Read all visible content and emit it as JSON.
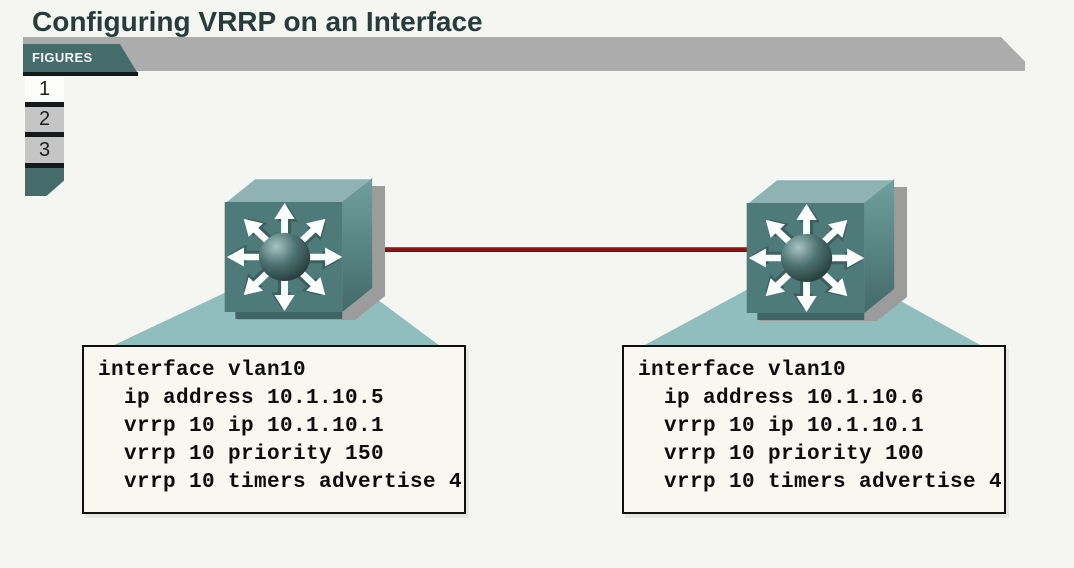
{
  "page": {
    "title": "Configuring VRRP on an Interface"
  },
  "figures_panel": {
    "tab_label": "FIGURES",
    "figure_tabs": [
      "1",
      "2",
      "3"
    ],
    "selected_figure": "1"
  },
  "diagram": {
    "left_switch": {
      "icon": "multilayer-switch-icon",
      "config_lines": [
        "interface vlan10",
        "  ip address 10.1.10.5",
        "  vrrp 10 ip 10.1.10.1",
        "  vrrp 10 priority 150",
        "  vrrp 10 timers advertise 4"
      ]
    },
    "right_switch": {
      "icon": "multilayer-switch-icon",
      "config_lines": [
        "interface vlan10",
        "  ip address 10.1.10.6",
        "  vrrp 10 ip 10.1.10.1",
        "  vrrp 10 priority 100",
        "  vrrp 10 timers advertise 4"
      ]
    },
    "link": {
      "color": "#8B1212"
    }
  },
  "colors": {
    "accent_teal": "#456B6B",
    "funnel_teal": "#90BDBD",
    "header_bar_gray": "#ACACAC",
    "link_red": "#8B1212",
    "title_text": "#273C3B"
  }
}
